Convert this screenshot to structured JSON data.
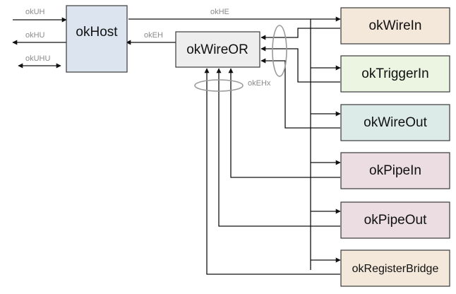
{
  "colors": {
    "host_fill": "#dce5ef",
    "wireor_fill": "#eeeeee",
    "wirein_fill": "#f3e8d9",
    "triggerin_fill": "#ebf5e2",
    "wireout_fill": "#dcebe7",
    "pipein_fill": "#ebdde2",
    "pipeout_fill": "#ebdde2",
    "registerbridge_fill": "#f3e8d9",
    "line": "#111111",
    "signal_label": "#8a8a8a",
    "bundle_ellipse": "#9a9a9a"
  },
  "blocks": {
    "host": "okHost",
    "wireor": "okWireOR",
    "wirein": "okWireIn",
    "triggerin": "okTriggerIn",
    "wireout": "okWireOut",
    "pipein": "okPipeIn",
    "pipeout": "okPipeOut",
    "registerbridge": "okRegisterBridge"
  },
  "signals": {
    "uh": "okUH",
    "hu": "okHU",
    "uhu": "okUHU",
    "he": "okHE",
    "eh": "okEH",
    "ehx": "okEHx"
  }
}
